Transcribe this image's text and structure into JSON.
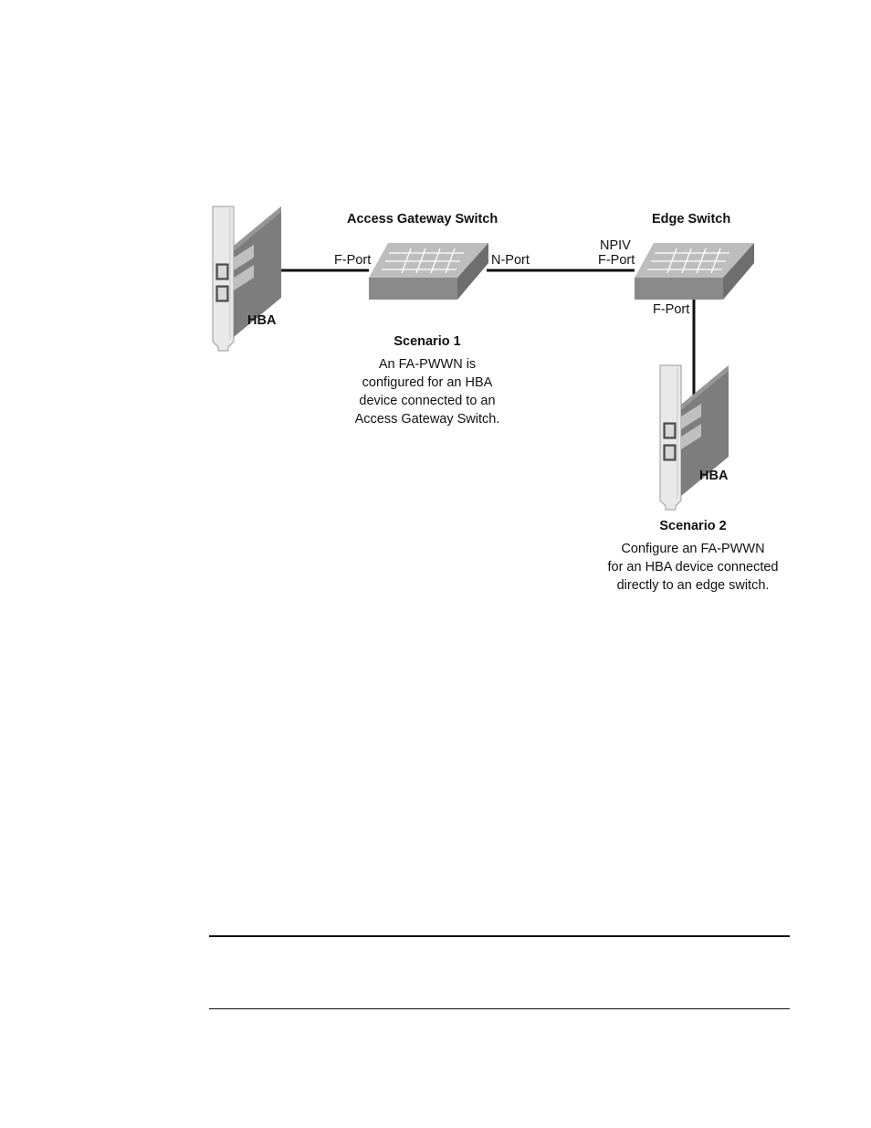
{
  "diagram": {
    "access_gateway_switch_title": "Access Gateway Switch",
    "edge_switch_title": "Edge Switch",
    "hba_left_label": "HBA",
    "hba_right_label": "HBA",
    "ports": {
      "agw_f_port": "F-Port",
      "agw_n_port": "N-Port",
      "edge_npiv": "NPIV",
      "edge_npiv_f_port": "F-Port",
      "edge_down_f_port": "F-Port"
    },
    "scenario1": {
      "title": "Scenario 1",
      "lines": [
        "An FA-PWWN is",
        "configured for an HBA",
        "device connected to an",
        "Access Gateway Switch."
      ]
    },
    "scenario2": {
      "title": "Scenario 2",
      "lines": [
        "Configure an FA-PWWN",
        "for an HBA device connected",
        "directly to an edge switch."
      ]
    }
  }
}
